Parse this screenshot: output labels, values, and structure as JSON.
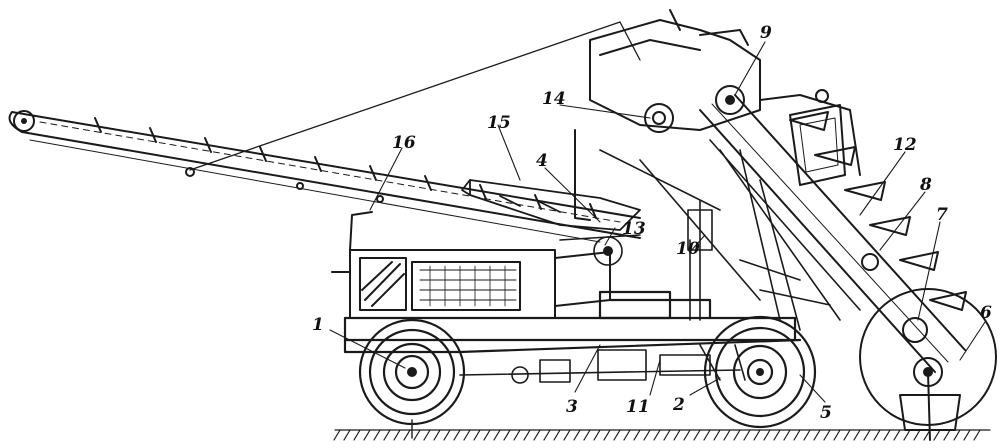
{
  "figure": {
    "callouts": [
      {
        "id": "1",
        "text": "1"
      },
      {
        "id": "2",
        "text": "2"
      },
      {
        "id": "3",
        "text": "3"
      },
      {
        "id": "4",
        "text": "4"
      },
      {
        "id": "5",
        "text": "5"
      },
      {
        "id": "6",
        "text": "6"
      },
      {
        "id": "7",
        "text": "7"
      },
      {
        "id": "8",
        "text": "8"
      },
      {
        "id": "9",
        "text": "9"
      },
      {
        "id": "10",
        "text": "10"
      },
      {
        "id": "11",
        "text": "11"
      },
      {
        "id": "12",
        "text": "12"
      },
      {
        "id": "13",
        "text": "13"
      },
      {
        "id": "14",
        "text": "14"
      },
      {
        "id": "15",
        "text": "15"
      },
      {
        "id": "16",
        "text": "16"
      }
    ]
  },
  "colors": {
    "ink": "#1a1a1a",
    "background": "#ffffff"
  }
}
